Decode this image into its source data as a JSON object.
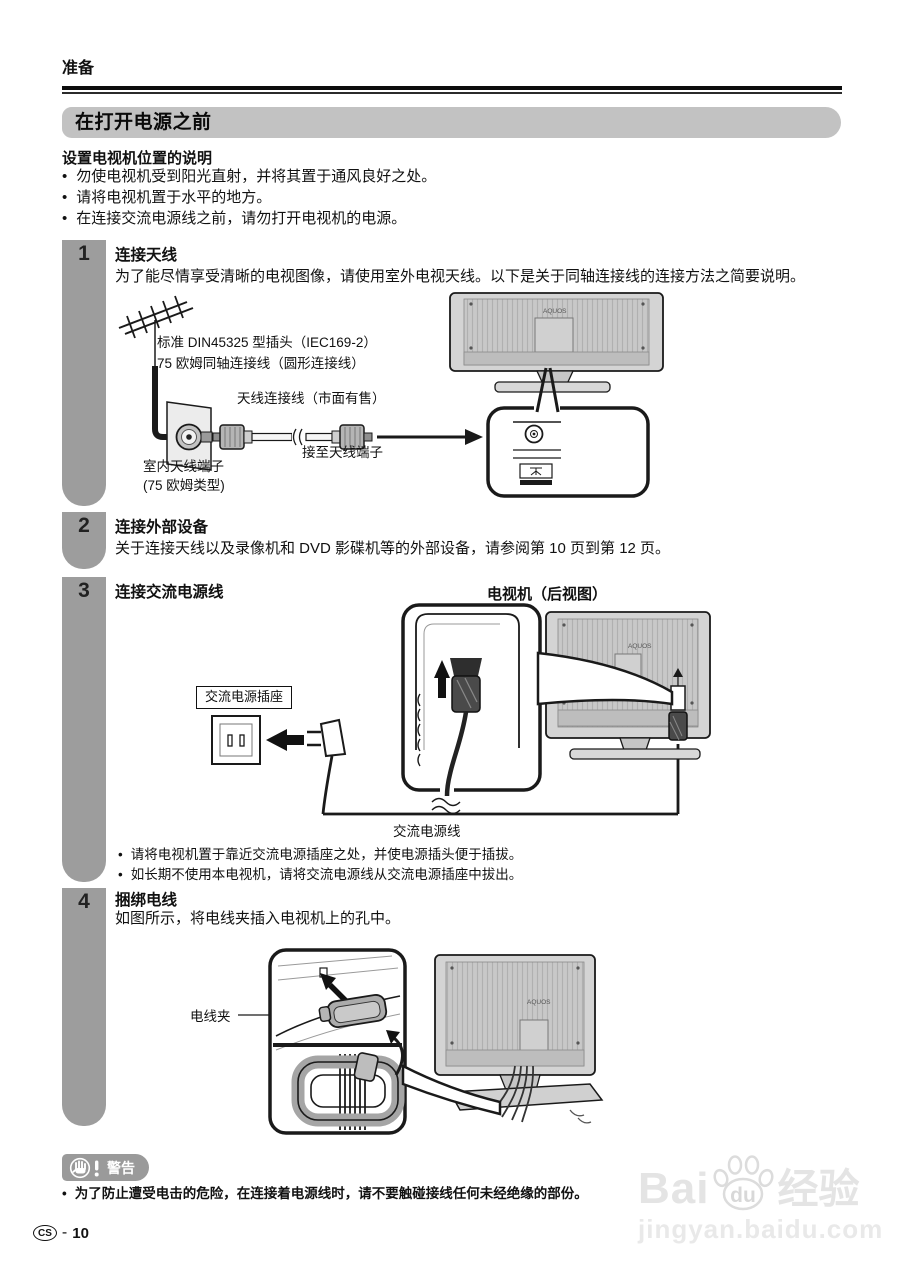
{
  "page": {
    "section_label": "准备"
  },
  "header_bar": {
    "title": "在打开电源之前"
  },
  "intro": {
    "heading": "设置电视机位置的说明",
    "bullets": [
      "勿使电视机受到阳光直射，并将其置于通风良好之处。",
      "请将电视机置于水平的地方。",
      "在连接交流电源线之前，请勿打开电视机的电源。"
    ]
  },
  "steps": [
    {
      "number": "1",
      "title": "连接天线",
      "body": "为了能尽情享受清晰的电视图像，请使用室外电视天线。以下是关于同轴连接线的连接方法之简要说明。",
      "diagram": {
        "plug_label_line1": "标准 DIN45325 型插头（IEC169-2）",
        "plug_label_line2": "75 欧姆同轴连接线（圆形连接线）",
        "cable_label": "天线连接线（市面有售）",
        "indoor_terminal_line1": "室内天线端子",
        "indoor_terminal_line2": "(75 欧姆类型)",
        "to_terminal_label": "接至天线端子",
        "brand": "AQUOS"
      }
    },
    {
      "number": "2",
      "title": "连接外部设备",
      "body": "关于连接天线以及录像机和 DVD 影碟机等的外部设备，请参阅第 10 页到第 12 页。"
    },
    {
      "number": "3",
      "title": "连接交流电源线",
      "diagram": {
        "tv_view_label": "电视机（后视图）",
        "outlet_label": "交流电源插座",
        "cord_label": "交流电源线",
        "brand": "AQUOS"
      },
      "bullets": [
        "请将电视机置于靠近交流电源插座之处，并使电源插头便于插拔。",
        "如长期不使用本电视机，请将交流电源线从交流电源插座中拔出。"
      ]
    },
    {
      "number": "4",
      "title": "捆绑电线",
      "body": "如图所示，将电线夹插入电视机上的孔中。",
      "diagram": {
        "clamp_label": "电线夹",
        "brand": "AQUOS"
      }
    }
  ],
  "warning": {
    "badge_label": "警告",
    "text": "为了防止遭受电击的危险，在连接着电源线时，请不要触碰接线任何未经绝缘的部份。"
  },
  "footer": {
    "edition": "CS",
    "separator": "-",
    "page_number": "10"
  },
  "watermark": {
    "brand_prefix": "Bai",
    "brand_paw": "du",
    "brand_suffix": "经验",
    "url": "jingyan.baidu.com"
  },
  "colors": {
    "step_bar": "#9d9d9d",
    "header_pill": "#c2c2c2",
    "warning_badge": "#9a9a9a",
    "rule": "#0d0d0d",
    "watermark": "#e4e4e4"
  }
}
